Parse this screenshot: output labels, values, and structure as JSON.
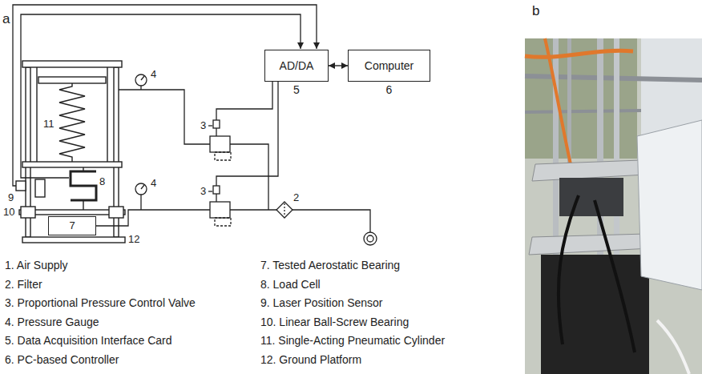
{
  "diagram": {
    "nodes": [
      {
        "text": [
          "AD/DA",
          "5"
        ]
      },
      {
        "text": [
          "Computer",
          "6"
        ]
      },
      {
        "text": [
          "7"
        ]
      }
    ],
    "edges": [
      {
        "from": 0,
        "to": 1,
        "arrow": "both"
      }
    ],
    "labels": [
      "a",
      "b",
      "4",
      "4",
      "3",
      "3",
      "2",
      "8",
      "9",
      "10",
      "11",
      "12",
      "1. Air Supply",
      "2. Filter",
      "3. Proportional Pressure Control Valve",
      "4. Pressure Gauge",
      "5. Data Acquisition Interface Card",
      "6. PC-based Controller",
      "7. Tested Aerostatic Bearing",
      "8. Load Cell",
      "9. Laser Position Sensor",
      "10. Linear Ball-Screw Bearing",
      "11. Single-Acting Pneumatic Cylinder",
      "12. Ground Platform"
    ]
  }
}
